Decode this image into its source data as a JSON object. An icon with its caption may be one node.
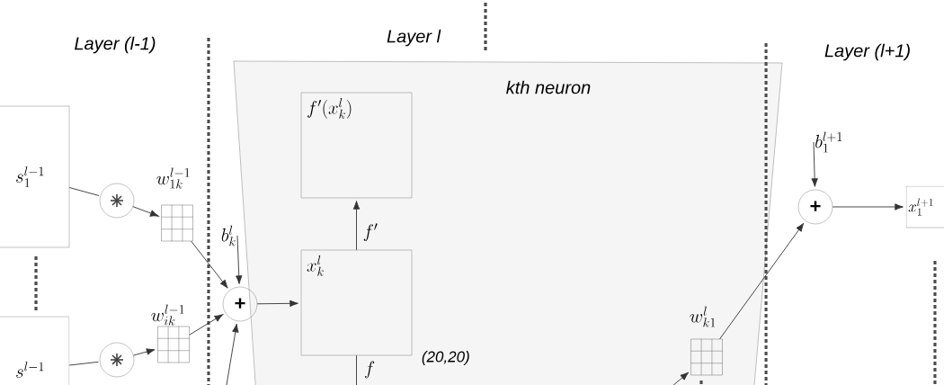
{
  "diagram": {
    "nodes": [
      {
        "text": [
          "kth neuron"
        ]
      },
      {
        "text": [
          "s_1^{l-1}"
        ]
      },
      {
        "text": [
          "s^{l-1}"
        ]
      },
      {
        "text": [],
        "shape": "circle"
      },
      {
        "text": [],
        "shape": "circle"
      },
      {
        "text": [],
        "shape": "box",
        "beside": [
          "w_{1k}^{l-1}"
        ]
      },
      {
        "text": [],
        "shape": "box",
        "beside": [
          "w_{ik}^{l-1}"
        ]
      },
      {
        "text": [
          "+"
        ]
      },
      {
        "text": [
          "b_k^l"
        ]
      },
      {
        "text": [
          "x_k^l"
        ],
        "in": 0,
        "beside": [
          "(20,20)"
        ]
      },
      {
        "text": [
          "f'(x_k^l)"
        ],
        "in": 0
      },
      {
        "text": [],
        "shape": "box",
        "in": 0,
        "beside": [
          "w_{k1}^l"
        ]
      },
      {
        "text": [
          "+"
        ]
      },
      {
        "text": [
          "b_1^{l+1}"
        ]
      },
      {
        "text": [
          "x_1^{l+1}"
        ]
      }
    ],
    "edges": [
      {
        "from": 1,
        "to": 3,
        "arrow": "none"
      },
      {
        "from": 3,
        "to": 5,
        "arrow": "to"
      },
      {
        "from": 5,
        "to": 7,
        "arrow": "to"
      },
      {
        "from": 2,
        "to": 4,
        "arrow": "none"
      },
      {
        "from": 4,
        "to": 6,
        "arrow": "to"
      },
      {
        "from": 6,
        "to": 7,
        "arrow": "to"
      },
      {
        "from": 8,
        "to": 7,
        "arrow": "to"
      },
      {
        "from": null,
        "to": 7,
        "arrow": "to"
      },
      {
        "from": 7,
        "to": 9,
        "arrow": "to"
      },
      {
        "from": 9,
        "to": 10,
        "arrow": "to",
        "label": "f'"
      },
      {
        "from": 9,
        "to": null,
        "arrow": "none",
        "label": "f"
      },
      {
        "from": null,
        "to": 11,
        "arrow": "to"
      },
      {
        "from": 11,
        "to": 12,
        "arrow": "to"
      },
      {
        "from": 13,
        "to": 12,
        "arrow": "to"
      },
      {
        "from": 12,
        "to": 14,
        "arrow": "to"
      }
    ],
    "labels": [
      "Layer (l-1)",
      "Layer l",
      "Layer (l+1)"
    ]
  }
}
